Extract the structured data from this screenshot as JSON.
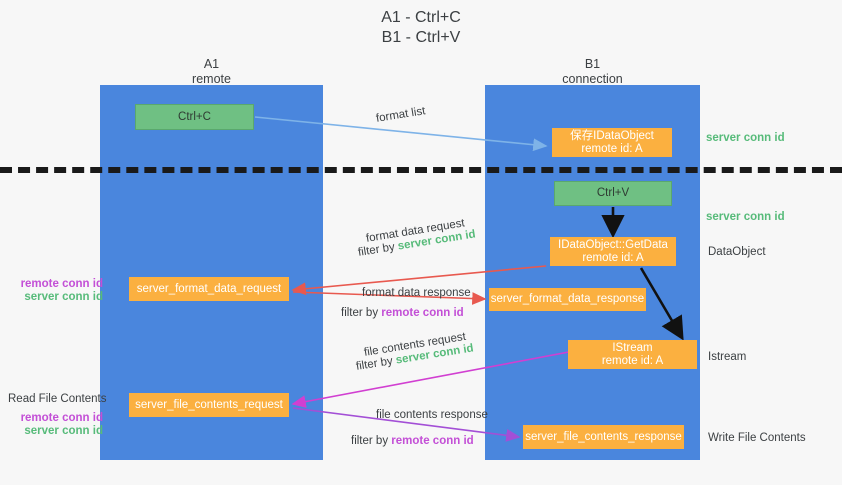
{
  "title": {
    "line1": "A1 - Ctrl+C",
    "line2": "B1 - Ctrl+V"
  },
  "lanes": [
    {
      "id": "a1",
      "name": "A1",
      "role": "remote"
    },
    {
      "id": "b1",
      "name": "B1",
      "role": "connection"
    }
  ],
  "boxes": {
    "ctrl_c": "Ctrl+C",
    "ctrl_v": "Ctrl+V",
    "save_idataobject_l1": "保存IDataObject",
    "save_idataobject_l2": "remote id: A",
    "getdata_l1": "IDataObject::GetData",
    "getdata_l2": "remote id: A",
    "istream_l1": "IStream",
    "istream_l2": "remote id: A",
    "server_format_data_request": "server_format_data_request",
    "server_format_data_response": "server_format_data_response",
    "server_file_contents_request": "server_file_contents_request",
    "server_file_contents_response": "server_file_contents_response"
  },
  "edge_labels": {
    "format_list": "format list",
    "format_data_request": "format data request",
    "format_data_request_filter_prefix": "filter by ",
    "format_data_request_filter_value": "server conn id",
    "format_data_response": "format data response",
    "format_data_response_filter_prefix": "filter by ",
    "format_data_response_filter_value": "remote conn id",
    "file_contents_request": "file contents request",
    "file_contents_request_filter_prefix": "filter by ",
    "file_contents_request_filter_value": "server conn id",
    "file_contents_response": "file contents response",
    "file_contents_response_filter_prefix": "filter by ",
    "file_contents_response_filter_value": "remote conn id"
  },
  "annotations": {
    "server_conn_id_top": "server conn id",
    "server_conn_id_paste": "server conn id",
    "dataobject": "DataObject",
    "istream": "Istream",
    "write_file_contents": "Write File Contents",
    "read_file_contents": "Read File Contents",
    "remote_conn_id": "remote conn id",
    "server_conn_id": "server conn id"
  },
  "colors": {
    "lane": "#4a86dd",
    "box_orange": "#fbb040",
    "box_green": "#6fc083",
    "server_conn_id": "#57bb7a",
    "remote_conn_id": "#c34fd6",
    "arrow_blue": "#7eb3e8",
    "arrow_red": "#e8594f",
    "arrow_magenta": "#d13fd1",
    "arrow_purple": "#a34fd6",
    "arrow_black": "#111111",
    "background": "#f7f7f7"
  }
}
